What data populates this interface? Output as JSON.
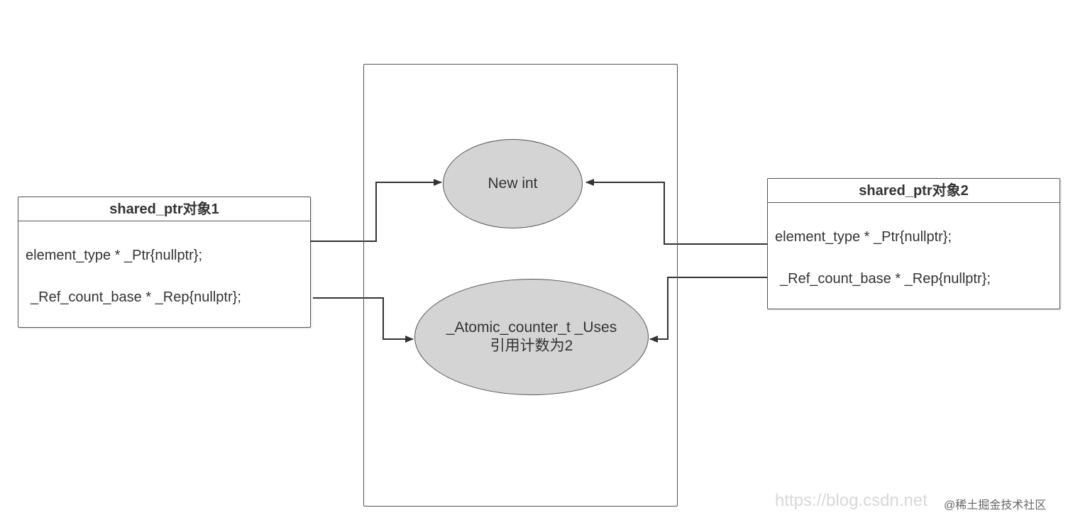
{
  "object1": {
    "title": "shared_ptr对象1",
    "field_ptr": "element_type * _Ptr{nullptr};",
    "field_rep": "_Ref_count_base * _Rep{nullptr};"
  },
  "object2": {
    "title": "shared_ptr对象2",
    "field_ptr": "element_type * _Ptr{nullptr};",
    "field_rep": "_Ref_count_base * _Rep{nullptr};"
  },
  "heap": {
    "new_int_label": "New int",
    "uses_line1": "_Atomic_counter_t _Uses",
    "uses_line2": "引用计数为2"
  },
  "watermark": {
    "url": "https://blog.csdn.net",
    "brand": "@稀土掘金技术社区"
  },
  "colors": {
    "ellipse_fill": "#d4d4d4",
    "stroke": "#555555",
    "text": "#333333"
  }
}
